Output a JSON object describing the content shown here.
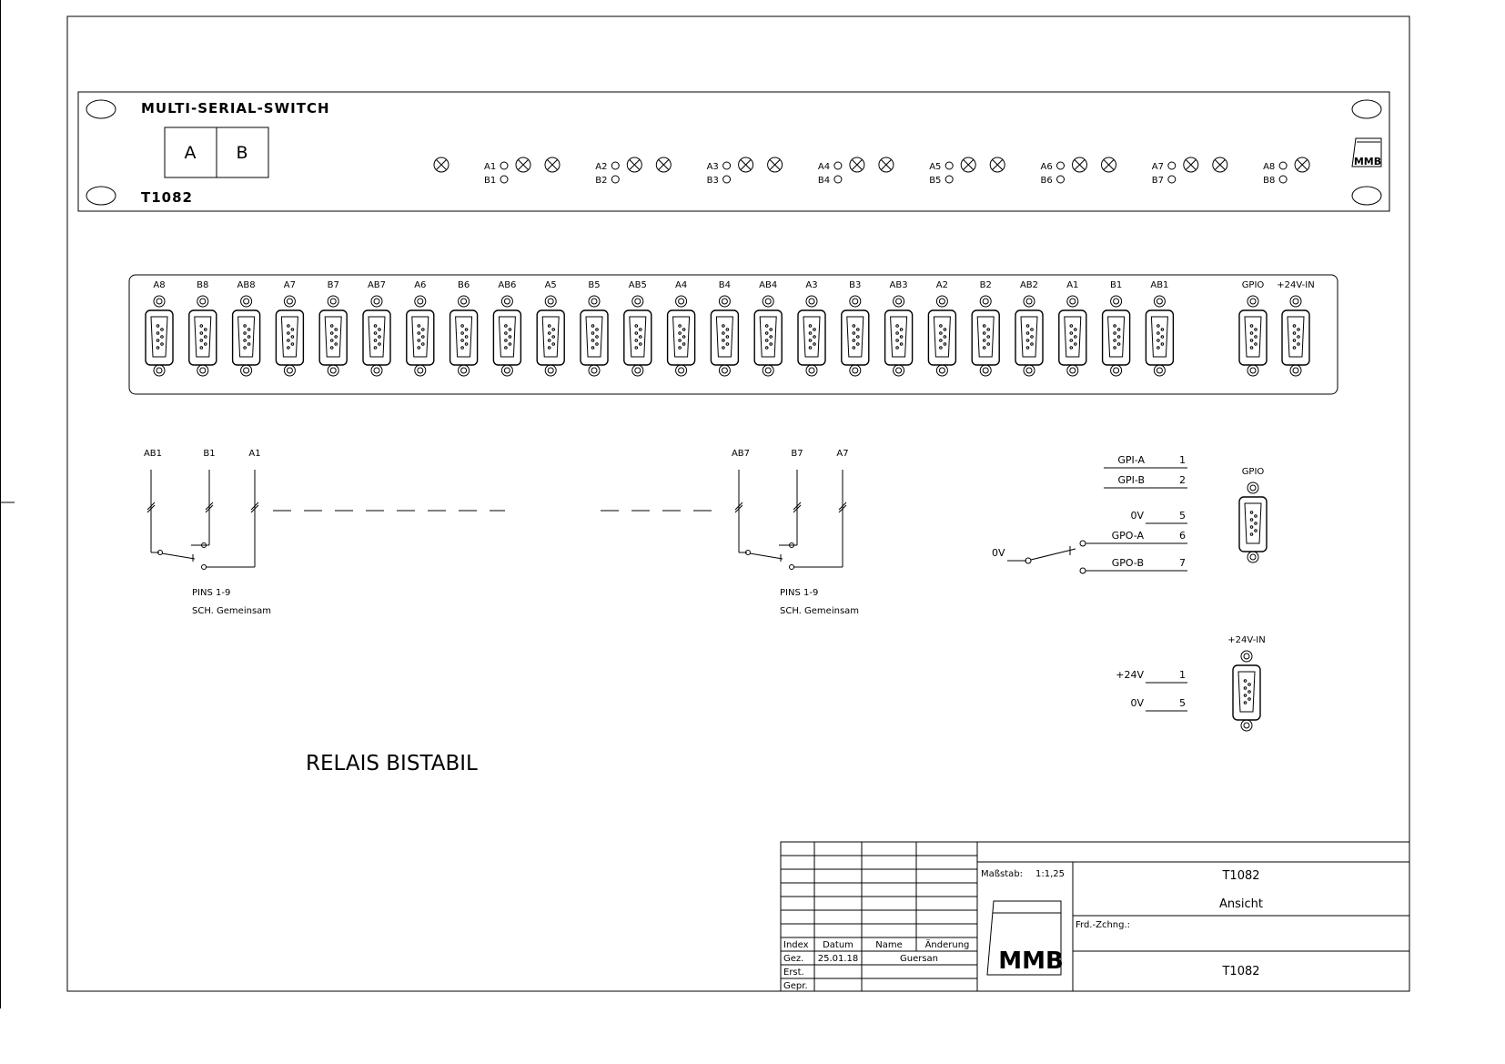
{
  "front_panel": {
    "title": "MULTI-SERIAL-SWITCH",
    "model": "T1082",
    "button_a": "A",
    "button_b": "B",
    "channels": [
      {
        "a": "A1",
        "b": "B1"
      },
      {
        "a": "A2",
        "b": "B2"
      },
      {
        "a": "A3",
        "b": "B3"
      },
      {
        "a": "A4",
        "b": "B4"
      },
      {
        "a": "A5",
        "b": "B5"
      },
      {
        "a": "A6",
        "b": "B6"
      },
      {
        "a": "A7",
        "b": "B7"
      },
      {
        "a": "A8",
        "b": "B8"
      }
    ],
    "logo": "MMB"
  },
  "rear_panel": {
    "connectors": [
      "A8",
      "B8",
      "AB8",
      "A7",
      "B7",
      "AB7",
      "A6",
      "B6",
      "AB6",
      "A5",
      "B5",
      "AB5",
      "A4",
      "B4",
      "AB4",
      "A3",
      "B3",
      "AB3",
      "A2",
      "B2",
      "AB2",
      "A1",
      "B1",
      "AB1"
    ],
    "gpio_label": "GPIO",
    "power_label": "+24V-IN"
  },
  "schematic": {
    "left": {
      "labels": [
        "AB1",
        "B1",
        "A1"
      ],
      "pins": "PINS 1-9",
      "common": "SCH. Gemeinsam"
    },
    "right": {
      "labels": [
        "AB7",
        "B7",
        "A7"
      ],
      "pins": "PINS 1-9",
      "common": "SCH. Gemeinsam"
    },
    "gpio": {
      "rows": [
        {
          "name": "GPI-A",
          "pin": "1"
        },
        {
          "name": "GPI-B",
          "pin": "2"
        },
        {
          "name": "0V",
          "pin": "5"
        },
        {
          "name": "GPO-A",
          "pin": "6"
        },
        {
          "name": "GPO-B",
          "pin": "7"
        }
      ],
      "switch_label": "0V",
      "connector_label": "GPIO"
    },
    "power": {
      "rows": [
        {
          "name": "+24V",
          "pin": "1"
        },
        {
          "name": "0V",
          "pin": "5"
        }
      ],
      "connector_label": "+24V-IN"
    },
    "relay_title": "RELAIS BISTABIL"
  },
  "title_block": {
    "headers": {
      "index": "Index",
      "datum": "Datum",
      "name": "Name",
      "aenderung": "Änderung"
    },
    "rows": {
      "gez": "Gez.",
      "erst": "Erst.",
      "gepr": "Gepr."
    },
    "date": "25.01.18",
    "author": "Guersan",
    "scale_label": "Maßstab:",
    "scale_value": "1:1,25",
    "drawing_no": "T1082",
    "view": "Ansicht",
    "ref_label": "Frd.-Zchng.:",
    "drawing_no_bottom": "T1082",
    "logo": "MMB"
  }
}
